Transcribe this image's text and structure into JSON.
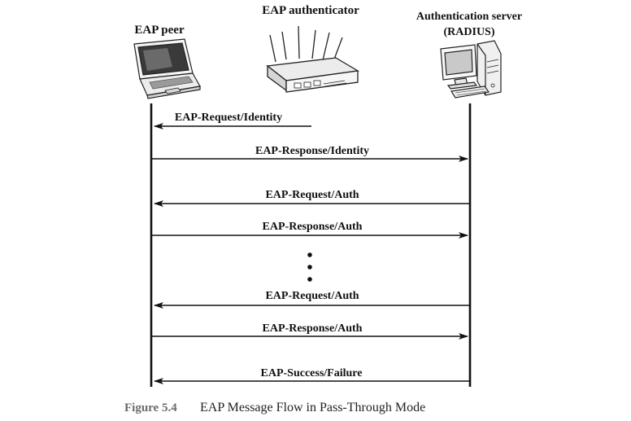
{
  "entities": {
    "peer": "EAP peer",
    "authenticator": "EAP authenticator",
    "server_line1": "Authentication server",
    "server_line2": "(RADIUS)"
  },
  "messages": [
    {
      "label": "EAP-Request/Identity",
      "from": "authenticator",
      "to": "peer"
    },
    {
      "label": "EAP-Response/Identity",
      "from": "peer",
      "to": "server"
    },
    {
      "label": "EAP-Request/Auth",
      "from": "server",
      "to": "peer"
    },
    {
      "label": "EAP-Response/Auth",
      "from": "peer",
      "to": "server"
    },
    {
      "label": "EAP-Request/Auth",
      "from": "server",
      "to": "peer"
    },
    {
      "label": "EAP-Response/Auth",
      "from": "peer",
      "to": "server"
    },
    {
      "label": "EAP-Success/Failure",
      "from": "server",
      "to": "peer"
    }
  ],
  "caption": {
    "number": "Figure 5.4",
    "text": "EAP Message Flow in Pass-Through Mode"
  },
  "icons": {
    "peer": "laptop-icon",
    "authenticator": "wireless-router-icon",
    "server": "desktop-computer-icon"
  }
}
